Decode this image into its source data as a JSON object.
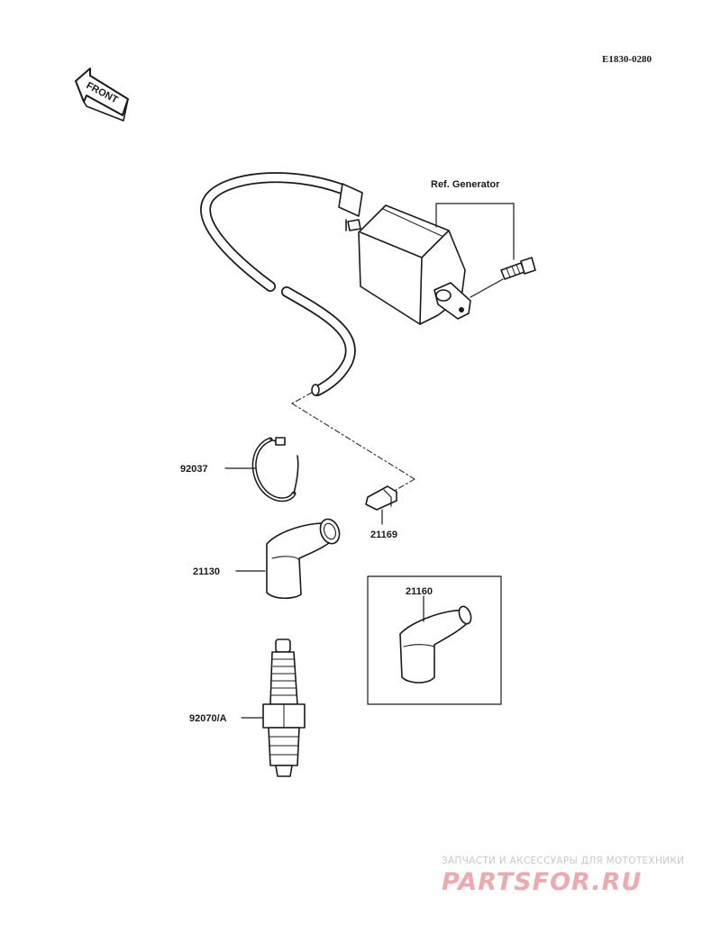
{
  "diagram": {
    "drawing_id": "E1830-0280",
    "front_label": "FRONT",
    "labels": {
      "ref_generator": "Ref. Generator",
      "clamp": "92037",
      "terminal": "21169",
      "cap": "21130",
      "cap_alt": "21160",
      "spark_plug": "92070/A"
    }
  },
  "watermark": {
    "tagline": "ЗАПЧАСТИ И АКСЕССУАРЫ ДЛЯ МОТОТЕХНИКИ",
    "logo": "PARTSFOR.RU"
  },
  "colors": {
    "line": "#1a1a1a",
    "watermark_logo": "#f1a8ac",
    "watermark_text": "#c8c8c8"
  }
}
